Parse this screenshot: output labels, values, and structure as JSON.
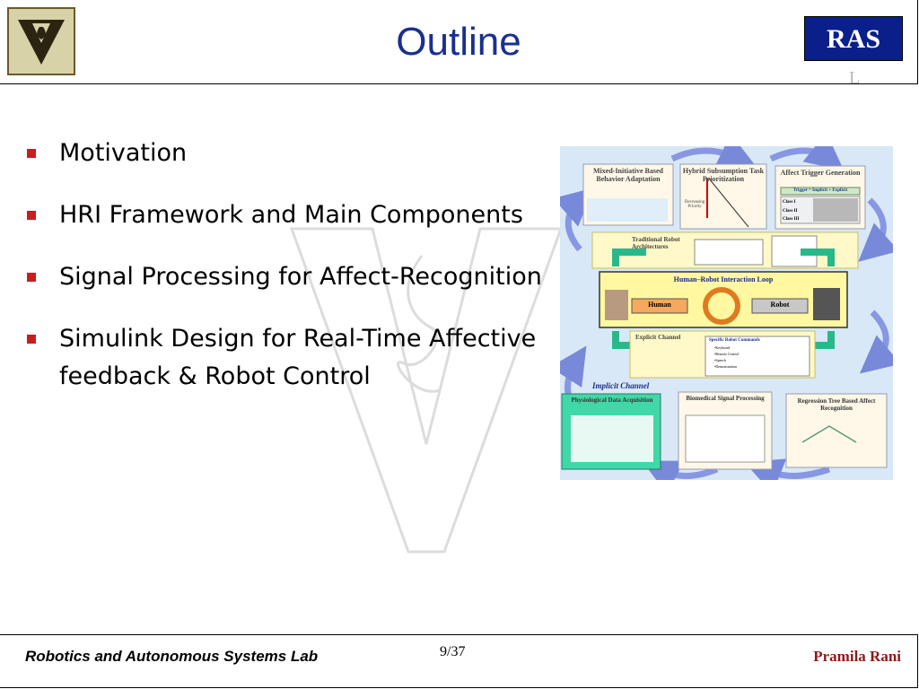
{
  "slide": {
    "title": "Outline",
    "badge": "RAS",
    "badge_sub": "L"
  },
  "bullets": [
    {
      "text": "Motivation"
    },
    {
      "text": "HRI Framework and Main Components"
    },
    {
      "text": "Signal Processing for Affect-Recognition"
    },
    {
      "text": "Simulink Design for Real-Time Affective feedback & Robot Control"
    }
  ],
  "figure": {
    "boxes": {
      "mixed_initiative": "Mixed-Initiative Based Behavior Adaptation",
      "hybrid_subsumption": "Hybrid Subsumption Task Prioritization",
      "decreasing_priority": "Decreasing Priority",
      "affect_trigger": "Affect Trigger Generation",
      "trigger_formula": "Trigger = Implicit + Explicit",
      "class_1": "Class I",
      "class_2": "Class II",
      "class_3": "Class III",
      "traditional_robot": "Traditional Robot Architectures",
      "hri_loop": "Human–Robot Interaction Loop",
      "human": "Human",
      "robot": "Robot",
      "explicit_channel": "Explicit Channel",
      "specific_commands": "Specific Robot Commands",
      "cmd_keyboard": "•Keyboard",
      "cmd_remote": "•Remote Control",
      "cmd_speech": "•Speech",
      "cmd_demo": "•Demonstration",
      "implicit_channel": "Implicit Channel",
      "physiological": "Physiological Data Acquisition",
      "biomedical": "Biomedical Signal Processing",
      "regression_tree": "Regression Tree Based Affect Recognition"
    }
  },
  "footer": {
    "lab": "Robotics and Autonomous Systems Lab",
    "page": "9/37",
    "author": "Pramila Rani"
  },
  "colors": {
    "title": "#1a2f8f",
    "badge_bg": "#0b1f8a",
    "bullet": "#c81e1e",
    "author": "#8b1a1a"
  }
}
